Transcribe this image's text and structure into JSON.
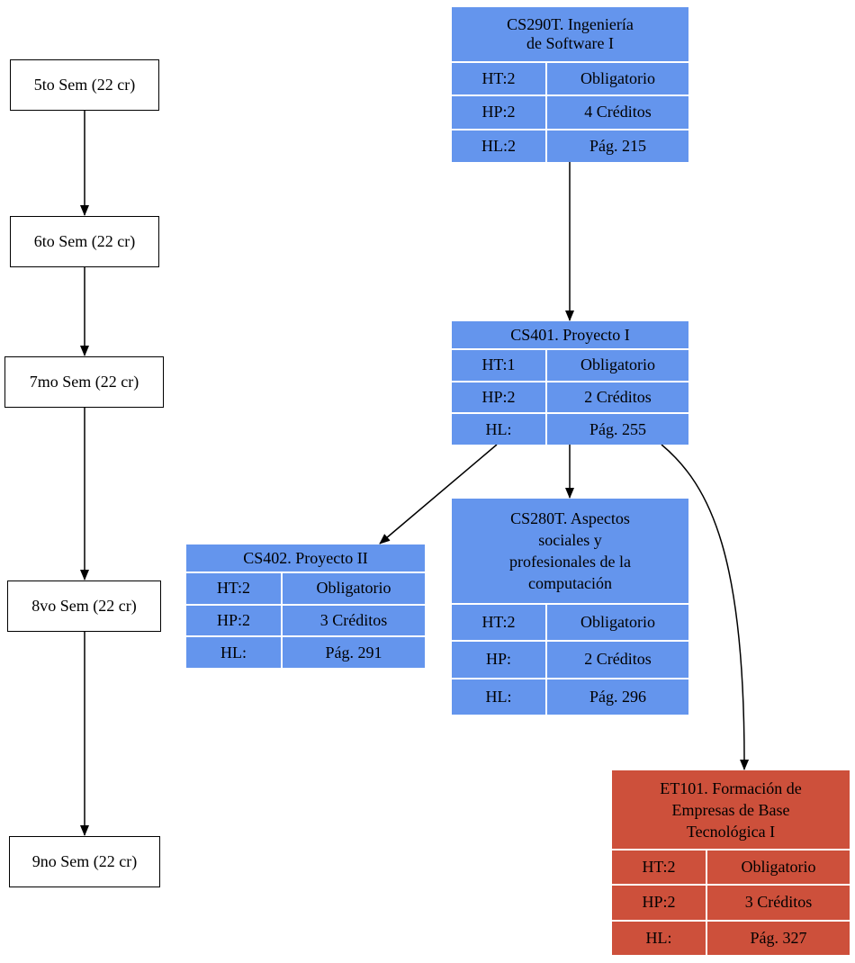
{
  "semesters": [
    {
      "label": "5to Sem (22 cr)"
    },
    {
      "label": "6to Sem (22 cr)"
    },
    {
      "label": "7mo Sem (22 cr)"
    },
    {
      "label": "8vo Sem (22 cr)"
    },
    {
      "label": "9no Sem (22 cr)"
    }
  ],
  "courses": {
    "cs290t": {
      "title1": "CS290T. Ingeniería",
      "title2": "de Software I",
      "ht": "HT:2",
      "hp": "HP:2",
      "hl": "HL:2",
      "type": "Obligatorio",
      "credits": "4 Créditos",
      "page": "Pág. 215",
      "color": "#6495ed"
    },
    "cs401": {
      "title1": "CS401. Proyecto I",
      "ht": "HT:1",
      "hp": "HP:2",
      "hl": "HL:",
      "type": "Obligatorio",
      "credits": "2 Créditos",
      "page": "Pág. 255",
      "color": "#6495ed"
    },
    "cs402": {
      "title1": "CS402. Proyecto II",
      "ht": "HT:2",
      "hp": "HP:2",
      "hl": "HL:",
      "type": "Obligatorio",
      "credits": "3 Créditos",
      "page": "Pág. 291",
      "color": "#6495ed"
    },
    "cs280t": {
      "title1": "CS280T. Aspectos",
      "title2": "sociales y",
      "title3": "profesionales de la",
      "title4": "computación",
      "ht": "HT:2",
      "hp": "HP:",
      "hl": "HL:",
      "type": "Obligatorio",
      "credits": "2 Créditos",
      "page": "Pág. 296",
      "color": "#6495ed"
    },
    "et101": {
      "title1": "ET101. Formación de",
      "title2": "Empresas de Base",
      "title3": "Tecnológica I",
      "ht": "HT:2",
      "hp": "HP:2",
      "hl": "HL:",
      "type": "Obligatorio",
      "credits": "3 Créditos",
      "page": "Pág. 327",
      "color": "#cd503b"
    }
  },
  "edges": [
    {
      "from": "5to Sem (22 cr)",
      "to": "6to Sem (22 cr)"
    },
    {
      "from": "6to Sem (22 cr)",
      "to": "7mo Sem (22 cr)"
    },
    {
      "from": "7mo Sem (22 cr)",
      "to": "8vo Sem (22 cr)"
    },
    {
      "from": "8vo Sem (22 cr)",
      "to": "9no Sem (22 cr)"
    },
    {
      "from": "CS290T",
      "to": "CS401"
    },
    {
      "from": "CS401",
      "to": "CS402"
    },
    {
      "from": "CS401",
      "to": "CS280T"
    },
    {
      "from": "CS401",
      "to": "ET101"
    }
  ]
}
